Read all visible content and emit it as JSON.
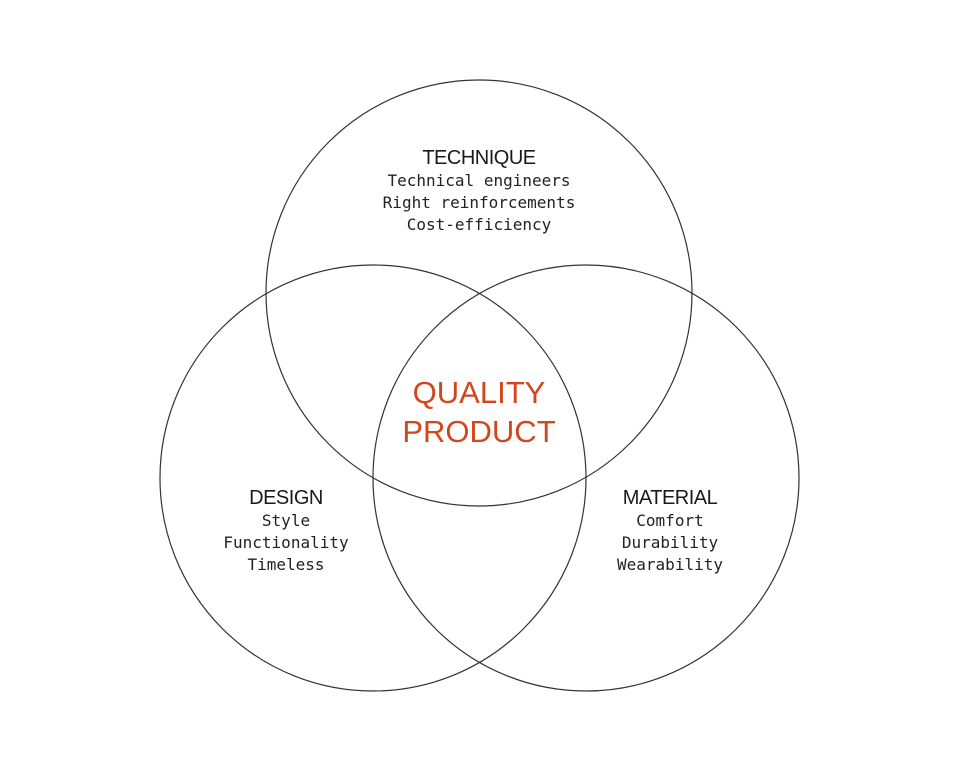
{
  "diagram": {
    "type": "venn",
    "center_label": {
      "line1": "QUALITY",
      "line2": "PRODUCT",
      "color": "#d2461c"
    },
    "circles": [
      {
        "id": "technique",
        "title": "TECHNIQUE",
        "items": [
          "Technical engineers",
          "Right reinforcements",
          "Cost-efficiency"
        ]
      },
      {
        "id": "design",
        "title": "DESIGN",
        "items": [
          "Style",
          "Functionality",
          "Timeless"
        ]
      },
      {
        "id": "material",
        "title": "MATERIAL",
        "items": [
          "Comfort",
          "Durability",
          "Wearability"
        ]
      }
    ],
    "stroke_color": "#333333"
  }
}
